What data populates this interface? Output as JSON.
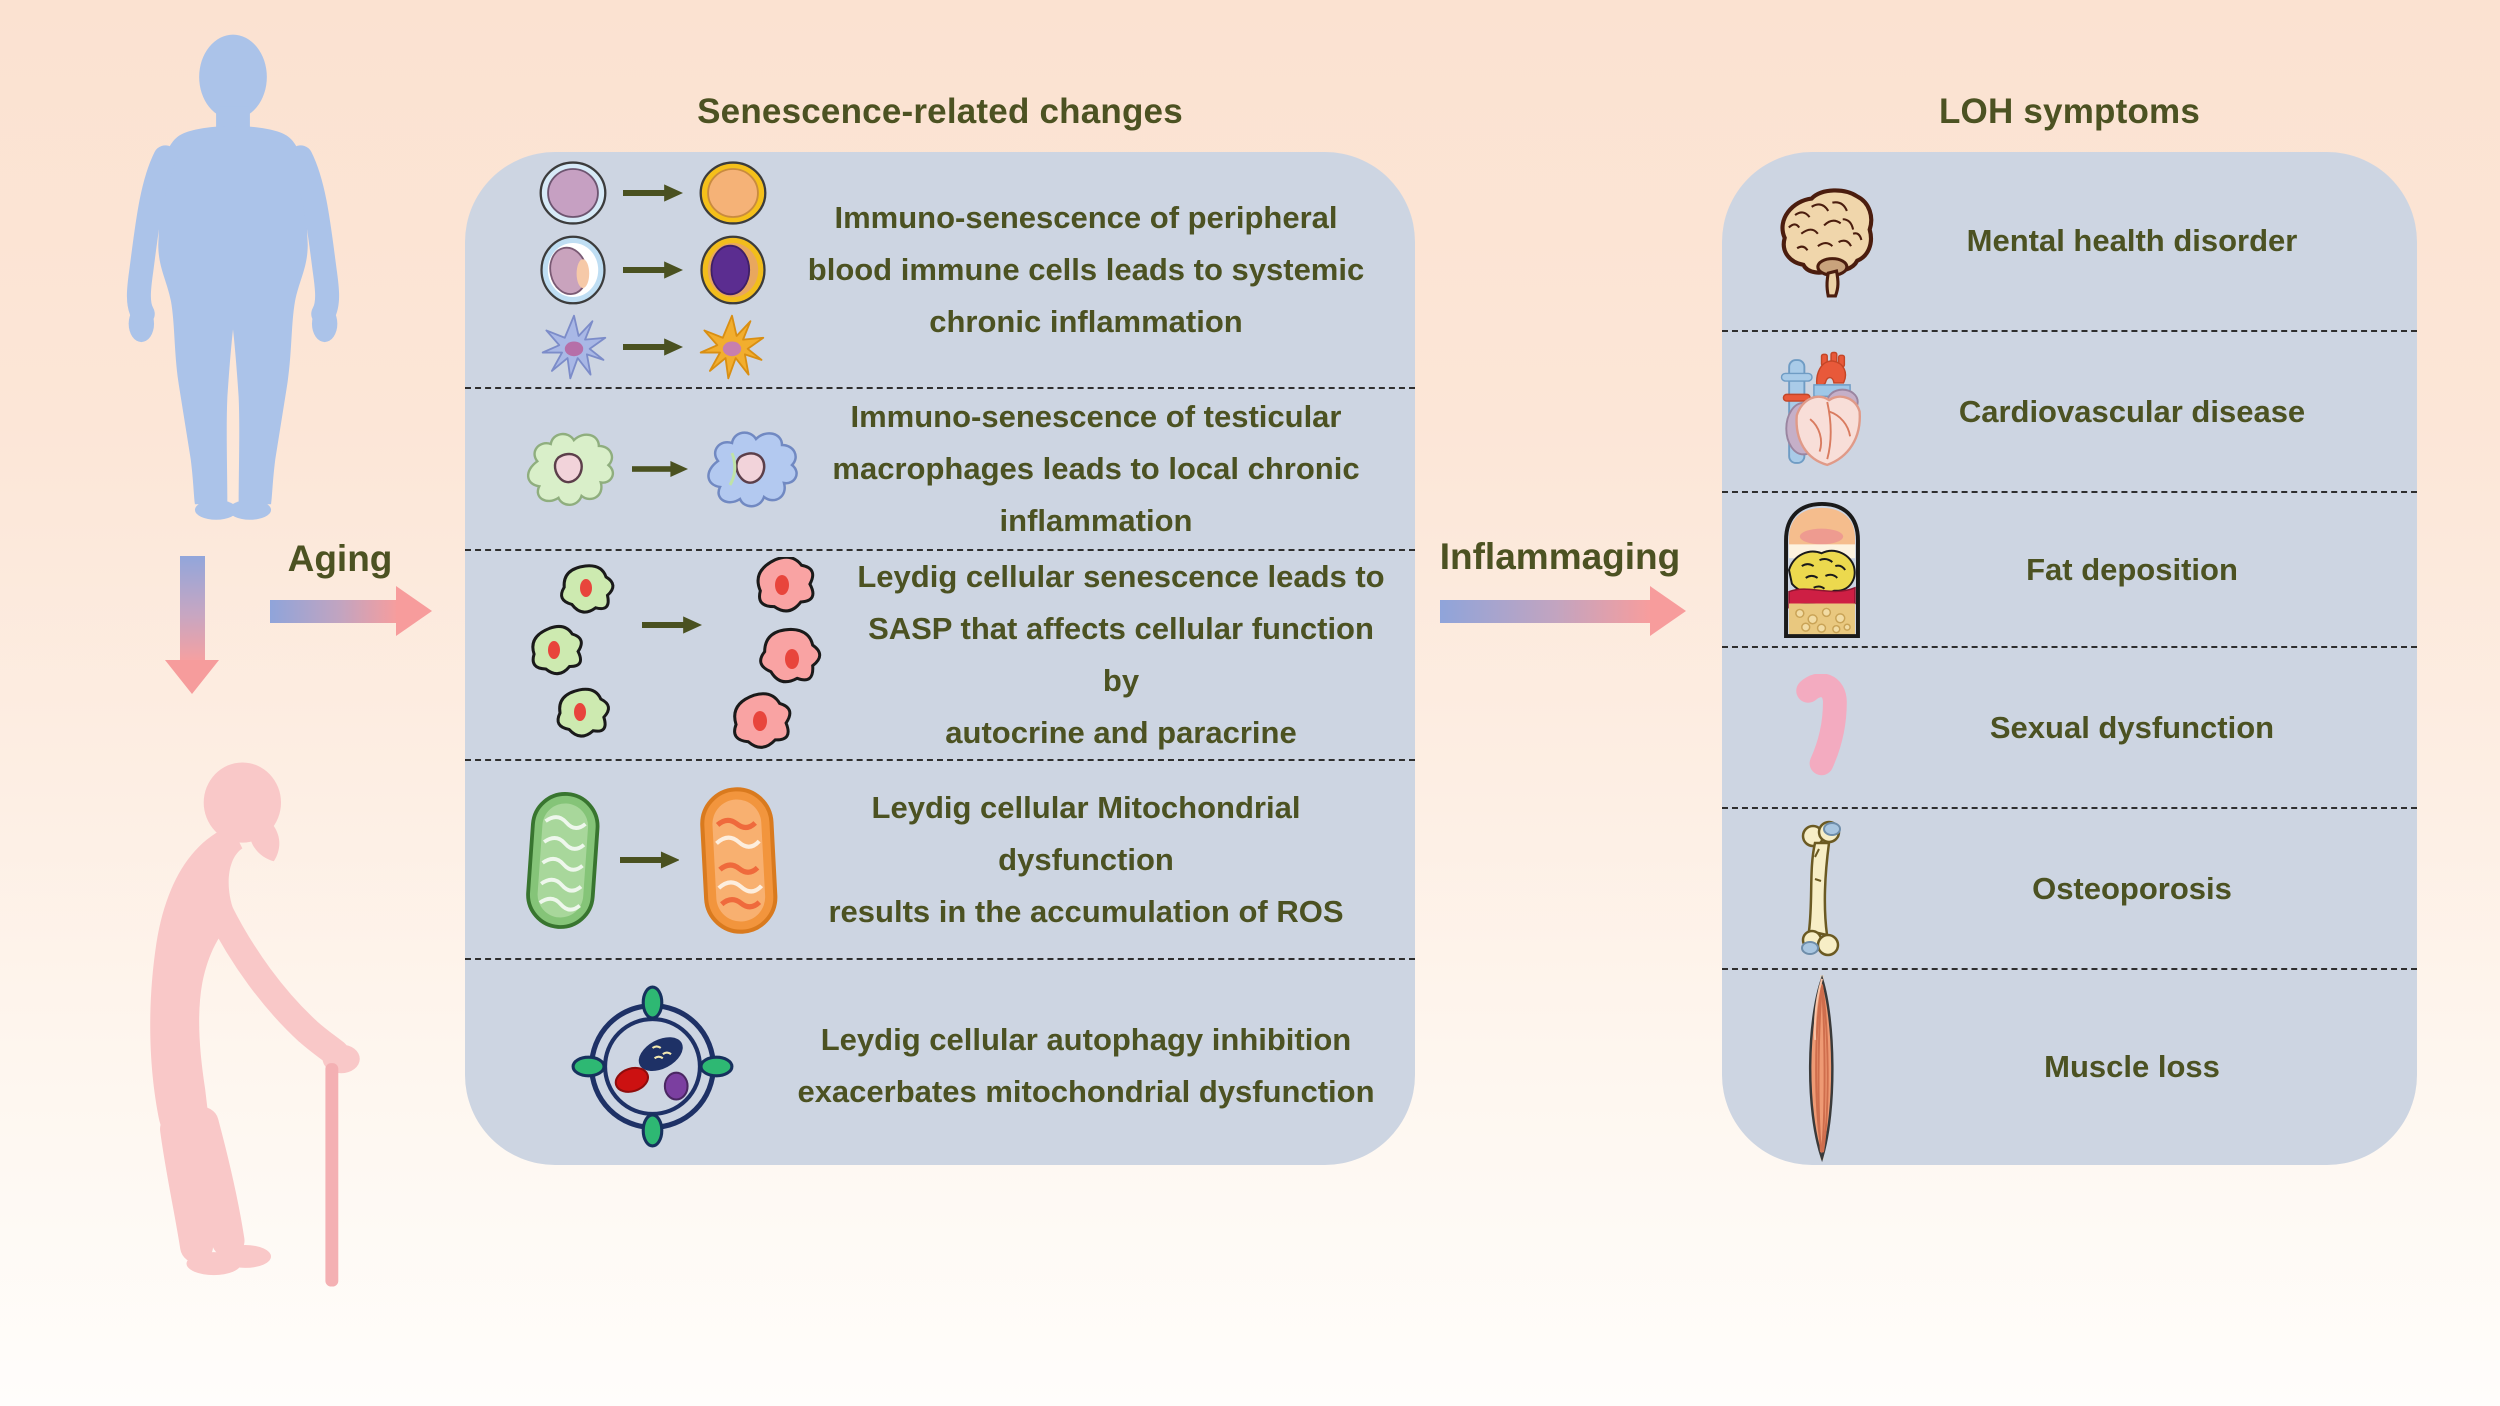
{
  "titles": {
    "senescence_panel": "Senescence-related changes",
    "loh_panel": "LOH symptoms"
  },
  "arrows": {
    "aging_label": "Aging",
    "inflammaging_label": "Inflammaging"
  },
  "senescence_rows": [
    {
      "icon": "immune-cells-senescing",
      "lines": [
        "Immuno-senescence of peripheral",
        "blood immune cells leads to systemic",
        "chronic inflammation"
      ]
    },
    {
      "icon": "macrophage-senescing",
      "lines": [
        "Immuno-senescence of testicular",
        "macrophages leads to local chronic",
        "inflammation"
      ]
    },
    {
      "icon": "leydig-cells-senescing",
      "lines": [
        "Leydig cellular senescence leads to",
        "SASP that affects cellular function by",
        "autocrine and paracrine"
      ]
    },
    {
      "icon": "mitochondria-dysfunction",
      "lines": [
        "Leydig cellular Mitochondrial dysfunction",
        "results in the accumulation of ROS"
      ]
    },
    {
      "icon": "autophagy-inhibition",
      "lines": [
        "Leydig cellular autophagy inhibition",
        "exacerbates mitochondrial dysfunction"
      ]
    }
  ],
  "loh_rows": [
    {
      "icon": "brain",
      "label": "Mental health disorder"
    },
    {
      "icon": "heart",
      "label": "Cardiovascular disease"
    },
    {
      "icon": "adipose-tissue",
      "label": "Fat deposition"
    },
    {
      "icon": "penis",
      "label": "Sexual dysfunction"
    },
    {
      "icon": "bone",
      "label": "Osteoporosis"
    },
    {
      "icon": "muscle",
      "label": "Muscle loss"
    }
  ],
  "figures": {
    "young_man": "young-man-silhouette",
    "old_man": "elderly-man-with-cane-silhouette"
  },
  "colors": {
    "panel_background": "#cdd5e2",
    "text_olive": "#4c5222",
    "arrow_gradient_start": "#8fa4da",
    "arrow_gradient_end": "#f79d9d",
    "young_silhouette": "#abc3e9",
    "old_silhouette": "#f9c8c8",
    "background_top": "#fbe2d1"
  }
}
